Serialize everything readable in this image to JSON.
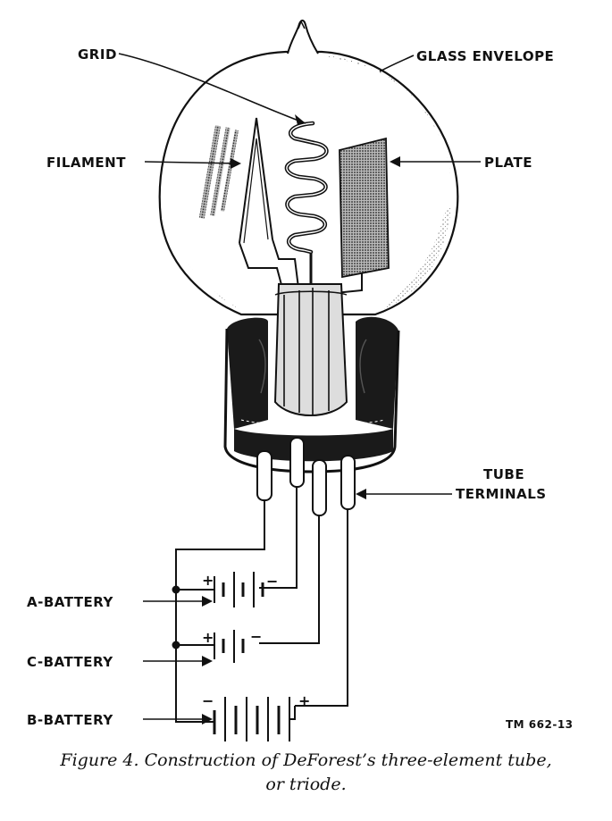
{
  "labels": {
    "grid": "GRID",
    "glass_envelope": "GLASS ENVELOPE",
    "filament": "FILAMENT",
    "plate": "PLATE",
    "tube_terminals_line1": "TUBE",
    "tube_terminals_line2": "TERMINALS",
    "a_battery": "A-BATTERY",
    "c_battery": "C-BATTERY",
    "b_battery": "B-BATTERY",
    "plus": "+",
    "minus": "−"
  },
  "figure_code": "TM 662-13",
  "caption": {
    "line1": "Figure 4. Construction of DeForest’s three-element tube,",
    "line2": "or triode."
  }
}
